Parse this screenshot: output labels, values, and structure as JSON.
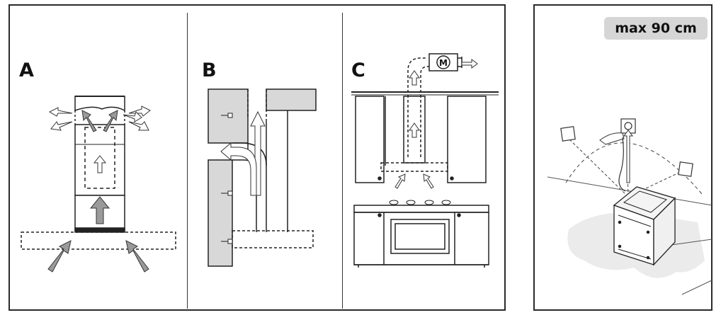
{
  "sections": {
    "a_label": "A",
    "b_label": "B",
    "c_label": "C"
  },
  "motor_label": "M",
  "right_panel": {
    "max_height_label": "max 90 cm"
  }
}
